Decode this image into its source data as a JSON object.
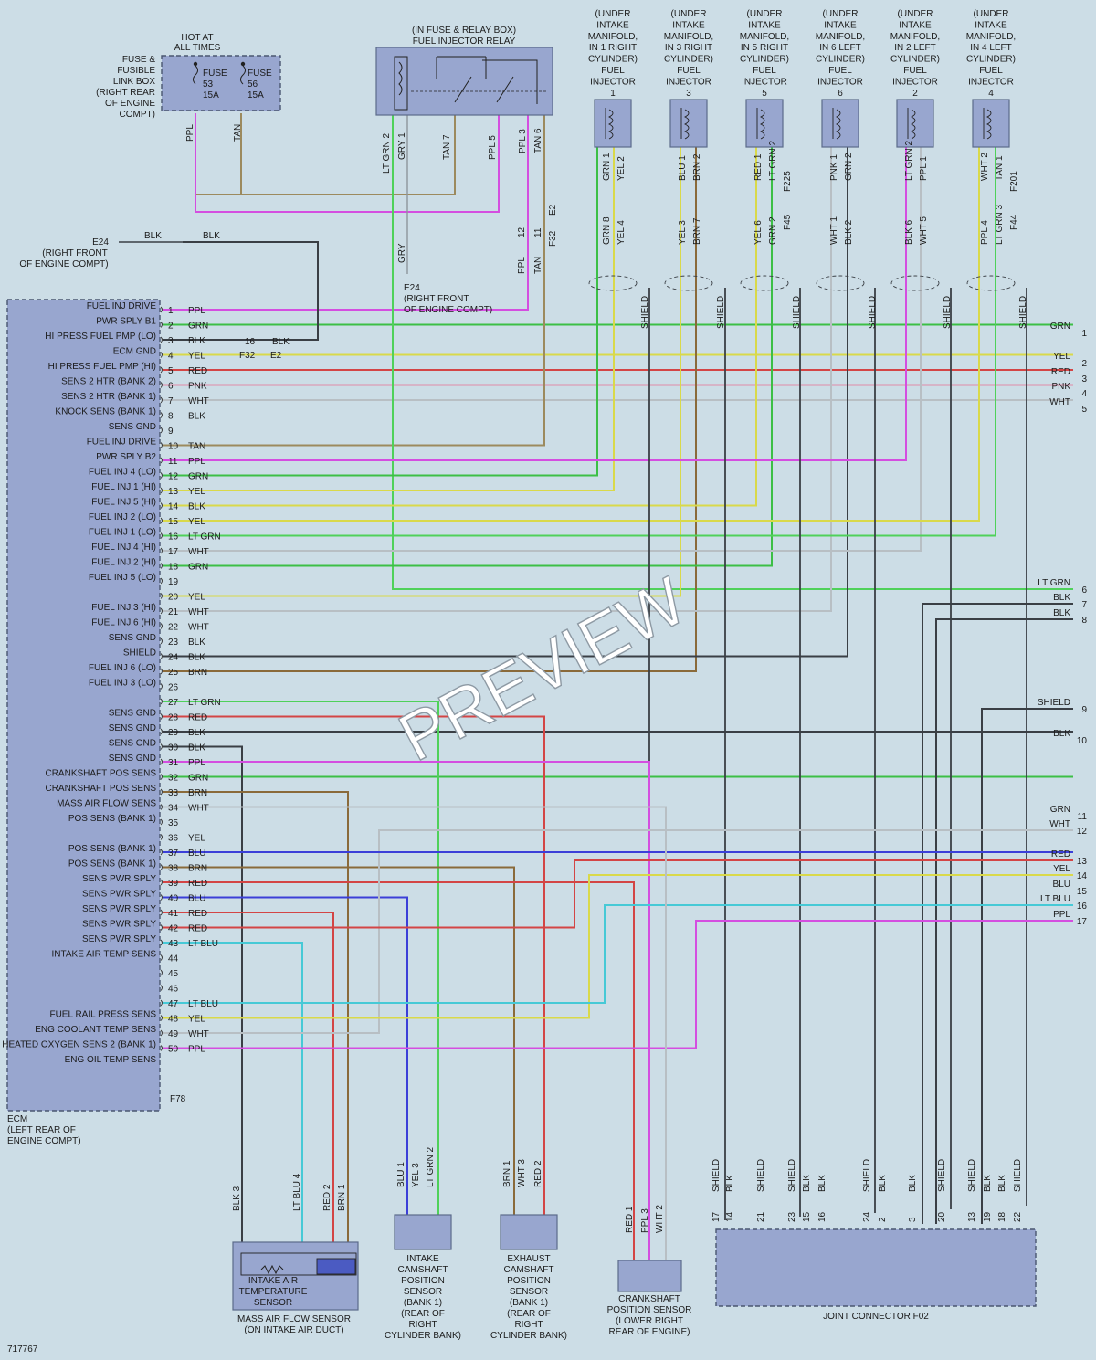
{
  "fuse_box": {
    "hot_label": [
      "HOT AT",
      "ALL TIMES"
    ],
    "title": [
      "FUSE &",
      "FUSIBLE",
      "LINK BOX",
      "(RIGHT REAR",
      "OF ENGINE",
      "COMPT)"
    ],
    "fuses": [
      {
        "name": "FUSE",
        "num": "53",
        "amps": "15A"
      },
      {
        "name": "FUSE",
        "num": "56",
        "amps": "15A"
      }
    ],
    "wires": [
      "PPL",
      "TAN"
    ]
  },
  "relay": {
    "title": [
      "(IN FUSE & RELAY BOX)",
      "FUEL INJECTOR RELAY"
    ],
    "pins": [
      "LT GRN 2",
      "GRY 1",
      "TAN 7",
      "PPL 5",
      "PPL 3",
      "TAN 6"
    ]
  },
  "injectors": [
    {
      "loc": [
        "(UNDER",
        "INTAKE",
        "MANIFOLD,",
        "IN 1 RIGHT",
        "CYLINDER)",
        "FUEL",
        "INJECTOR"
      ],
      "num": "1",
      "pins": [
        "GRN 1",
        "YEL 2"
      ],
      "lower": [
        "GRN 8",
        "YEL 4"
      ],
      "conn": ""
    },
    {
      "loc": [
        "(UNDER",
        "INTAKE",
        "MANIFOLD,",
        "IN 3 RIGHT",
        "CYLINDER)",
        "FUEL",
        "INJECTOR"
      ],
      "num": "3",
      "pins": [
        "BLU 1",
        "BRN 2"
      ],
      "lower": [
        "YEL 3",
        "BRN 7"
      ],
      "conn": ""
    },
    {
      "loc": [
        "(UNDER",
        "INTAKE",
        "MANIFOLD,",
        "IN 5 RIGHT",
        "CYLINDER)",
        "FUEL",
        "INJECTOR"
      ],
      "num": "5",
      "pins": [
        "RED 1",
        "LT GRN 2"
      ],
      "lower": [
        "YEL 6",
        "GRN 2"
      ],
      "conn": "F45",
      "conn_top": "F225"
    },
    {
      "loc": [
        "(UNDER",
        "INTAKE",
        "MANIFOLD,",
        "IN 6 LEFT",
        "CYLINDER)",
        "FUEL",
        "INJECTOR"
      ],
      "num": "6",
      "pins": [
        "PNK 1",
        "GRN 2"
      ],
      "lower": [
        "WHT 1",
        "BLK 2"
      ],
      "conn": ""
    },
    {
      "loc": [
        "(UNDER",
        "INTAKE",
        "MANIFOLD,",
        "IN 2 LEFT",
        "CYLINDER)",
        "FUEL",
        "INJECTOR"
      ],
      "num": "2",
      "pins": [
        "LT GRN 2",
        "PPL 1"
      ],
      "lower": [
        "BLK 6",
        "WHT 5"
      ],
      "conn": ""
    },
    {
      "loc": [
        "(UNDER",
        "INTAKE",
        "MANIFOLD,",
        "IN 4 LEFT",
        "CYLINDER)",
        "FUEL",
        "INJECTOR"
      ],
      "num": "4",
      "pins": [
        "WHT 2",
        "TAN 1"
      ],
      "lower": [
        "PPL 4",
        "LT GRN 3"
      ],
      "conn": "F44",
      "conn_top": "F201"
    }
  ],
  "ground": {
    "e24_label": [
      "E24",
      "(RIGHT FRONT",
      "OF ENGINE COMPT)"
    ],
    "e24_label2": [
      "E24",
      "(RIGHT FRONT",
      "OF ENGINE COMPT)"
    ],
    "blk1": "BLK",
    "blk2": "BLK",
    "gry": "GRY",
    "relay_conn": [
      "12",
      "11",
      "E2",
      "F32"
    ],
    "relay_wires": [
      "PPL",
      "TAN"
    ],
    "e2_splice": {
      "pin": "16",
      "color": "BLK",
      "left": "F32",
      "right": "E2"
    }
  },
  "ecm": {
    "label": [
      "ECM",
      "(LEFT REAR OF",
      "ENGINE COMPT)"
    ],
    "conn": "F78",
    "pins": [
      {
        "n": "1",
        "c": "PPL",
        "f": "FUEL INJ DRIVE"
      },
      {
        "n": "2",
        "c": "GRN",
        "f": "PWR SPLY B1"
      },
      {
        "n": "3",
        "c": "BLK",
        "f": "HI PRESS FUEL PMP (LO)"
      },
      {
        "n": "4",
        "c": "YEL",
        "f": "ECM GND"
      },
      {
        "n": "5",
        "c": "RED",
        "f": "HI PRESS FUEL PMP (HI)"
      },
      {
        "n": "6",
        "c": "PNK",
        "f": "SENS 2 HTR (BANK 2)"
      },
      {
        "n": "7",
        "c": "WHT",
        "f": "SENS 2 HTR (BANK 1)"
      },
      {
        "n": "8",
        "c": "BLK",
        "f": "KNOCK SENS (BANK 1)"
      },
      {
        "n": "9",
        "c": "",
        "f": "SENS GND"
      },
      {
        "n": "10",
        "c": "TAN",
        "f": "FUEL INJ DRIVE"
      },
      {
        "n": "11",
        "c": "PPL",
        "f": "PWR SPLY B2"
      },
      {
        "n": "12",
        "c": "GRN",
        "f": "FUEL INJ 4 (LO)"
      },
      {
        "n": "13",
        "c": "YEL",
        "f": "FUEL INJ 1 (HI)"
      },
      {
        "n": "14",
        "c": "BLK",
        "f": "FUEL INJ 5 (HI)"
      },
      {
        "n": "15",
        "c": "YEL",
        "f": "FUEL INJ 2 (LO)"
      },
      {
        "n": "16",
        "c": "LT GRN",
        "f": "FUEL INJ 1 (LO)"
      },
      {
        "n": "17",
        "c": "WHT",
        "f": "FUEL INJ 4 (HI)"
      },
      {
        "n": "18",
        "c": "GRN",
        "f": "FUEL INJ 2 (HI)"
      },
      {
        "n": "19",
        "c": "",
        "f": "FUEL INJ 5 (LO)"
      },
      {
        "n": "20",
        "c": "YEL",
        "f": ""
      },
      {
        "n": "21",
        "c": "WHT",
        "f": "FUEL INJ 3 (HI)"
      },
      {
        "n": "22",
        "c": "WHT",
        "f": "FUEL INJ 6 (HI)"
      },
      {
        "n": "23",
        "c": "BLK",
        "f": "SENS GND"
      },
      {
        "n": "24",
        "c": "BLK",
        "f": "SHIELD"
      },
      {
        "n": "25",
        "c": "BRN",
        "f": "FUEL INJ 6 (LO)"
      },
      {
        "n": "26",
        "c": "",
        "f": "FUEL INJ 3 (LO)"
      },
      {
        "n": "27",
        "c": "LT GRN",
        "f": ""
      },
      {
        "n": "28",
        "c": "RED",
        "f": "SENS GND"
      },
      {
        "n": "29",
        "c": "BLK",
        "f": "SENS GND"
      },
      {
        "n": "30",
        "c": "BLK",
        "f": "SENS GND"
      },
      {
        "n": "31",
        "c": "PPL",
        "f": "SENS GND"
      },
      {
        "n": "32",
        "c": "GRN",
        "f": "CRANKSHAFT POS SENS"
      },
      {
        "n": "33",
        "c": "BRN",
        "f": "CRANKSHAFT POS SENS"
      },
      {
        "n": "34",
        "c": "WHT",
        "f": "MASS AIR FLOW SENS"
      },
      {
        "n": "35",
        "c": "",
        "f": "POS SENS (BANK 1)"
      },
      {
        "n": "36",
        "c": "YEL",
        "f": ""
      },
      {
        "n": "37",
        "c": "BLU",
        "f": "POS SENS (BANK 1)"
      },
      {
        "n": "38",
        "c": "BRN",
        "f": "POS SENS (BANK 1)"
      },
      {
        "n": "39",
        "c": "RED",
        "f": "SENS PWR SPLY"
      },
      {
        "n": "40",
        "c": "BLU",
        "f": "SENS PWR SPLY"
      },
      {
        "n": "41",
        "c": "RED",
        "f": "SENS PWR SPLY"
      },
      {
        "n": "42",
        "c": "RED",
        "f": "SENS PWR SPLY"
      },
      {
        "n": "43",
        "c": "LT BLU",
        "f": "SENS PWR SPLY"
      },
      {
        "n": "44",
        "c": "",
        "f": "INTAKE AIR TEMP SENS"
      },
      {
        "n": "45",
        "c": "",
        "f": ""
      },
      {
        "n": "46",
        "c": "",
        "f": ""
      },
      {
        "n": "47",
        "c": "LT BLU",
        "f": ""
      },
      {
        "n": "48",
        "c": "YEL",
        "f": "FUEL RAIL PRESS SENS"
      },
      {
        "n": "49",
        "c": "WHT",
        "f": "ENG COOLANT TEMP SENS"
      },
      {
        "n": "50",
        "c": "PPL",
        "f": "HEATED OXYGEN SENS 2 (BANK 1)"
      },
      {
        "n": "",
        "c": "",
        "f": "ENG OIL TEMP SENS"
      }
    ]
  },
  "right_outputs": [
    {
      "n": "1",
      "c": "GRN"
    },
    {
      "n": "2",
      "c": "YEL"
    },
    {
      "n": "3",
      "c": "RED"
    },
    {
      "n": "4",
      "c": "PNK"
    },
    {
      "n": "5",
      "c": "WHT"
    },
    {
      "n": "6",
      "c": "LT GRN"
    },
    {
      "n": "7",
      "c": "BLK"
    },
    {
      "n": "8",
      "c": "BLK"
    },
    {
      "n": "9",
      "c": "SHIELD"
    },
    {
      "n": "10",
      "c": "BLK"
    },
    {
      "n": "11",
      "c": "GRN"
    },
    {
      "n": "12",
      "c": "WHT"
    },
    {
      "n": "13",
      "c": "RED"
    },
    {
      "n": "14",
      "c": "YEL"
    },
    {
      "n": "15",
      "c": "BLU"
    },
    {
      "n": "16",
      "c": "LT BLU"
    },
    {
      "n": "17",
      "c": "PPL"
    }
  ],
  "shield_label": "SHIELD",
  "sensors": [
    {
      "pins": [
        "BLK 3",
        "LT BLU 4",
        "RED 2",
        "BRN 1"
      ],
      "label": [
        "INTAKE AIR",
        "TEMPERATURE",
        "SENSOR"
      ],
      "title": [
        "MASS AIR FLOW SENSOR",
        "(ON INTAKE AIR DUCT)"
      ]
    },
    {
      "pins": [
        "BLU 1",
        "YEL 3",
        "LT GRN 2"
      ],
      "label": [
        "INTAKE",
        "CAMSHAFT",
        "POSITION",
        "SENSOR",
        "(BANK 1)",
        "(REAR OF",
        "RIGHT",
        "CYLINDER BANK)"
      ]
    },
    {
      "pins": [
        "BRN 1",
        "WHT 3",
        "RED 2"
      ],
      "label": [
        "EXHAUST",
        "CAMSHAFT",
        "POSITION",
        "SENSOR",
        "(BANK 1)",
        "(REAR OF",
        "RIGHT",
        "CYLINDER BANK)"
      ]
    },
    {
      "pins": [
        "RED 1",
        "PPL 3",
        "WHT 2"
      ],
      "label": [
        "CRANKSHAFT",
        "POSITION SENSOR",
        "(LOWER RIGHT",
        "REAR OF ENGINE)"
      ]
    }
  ],
  "joint_connector": {
    "title": "JOINT CONNECTOR F02",
    "pins": [
      {
        "n": "17",
        "c": "SHIELD"
      },
      {
        "n": "14",
        "c": "BLK"
      },
      {
        "n": "21",
        "c": "SHIELD"
      },
      {
        "n": "23",
        "c": "SHIELD"
      },
      {
        "n": "15",
        "c": "BLK"
      },
      {
        "n": "16",
        "c": "BLK"
      },
      {
        "n": "24",
        "c": "SHIELD"
      },
      {
        "n": "2",
        "c": "BLK"
      },
      {
        "n": "3",
        "c": "BLK"
      },
      {
        "n": "20",
        "c": "SHIELD"
      },
      {
        "n": "13",
        "c": "SHIELD"
      },
      {
        "n": "19",
        "c": "BLK"
      },
      {
        "n": "18",
        "c": "BLK"
      },
      {
        "n": "22",
        "c": "SHIELD"
      }
    ]
  },
  "colors": {
    "PPL": "#d44ee0",
    "GRN": "#3cbf46",
    "LT GRN": "#4fd15a",
    "BLK": "#3a3f45",
    "YEL": "#d9d94a",
    "RED": "#d34545",
    "PNK": "#e08aa8",
    "WHT": "#b8bfc4",
    "TAN": "#9c8a5e",
    "BRN": "#8a6a3a",
    "BLU": "#3b3fd8",
    "LT BLU": "#46c9d6",
    "GRY": "#8e969c",
    "SHIELD": "#3a3f45"
  },
  "watermark": "PREVIEW",
  "figure_id": "717767"
}
